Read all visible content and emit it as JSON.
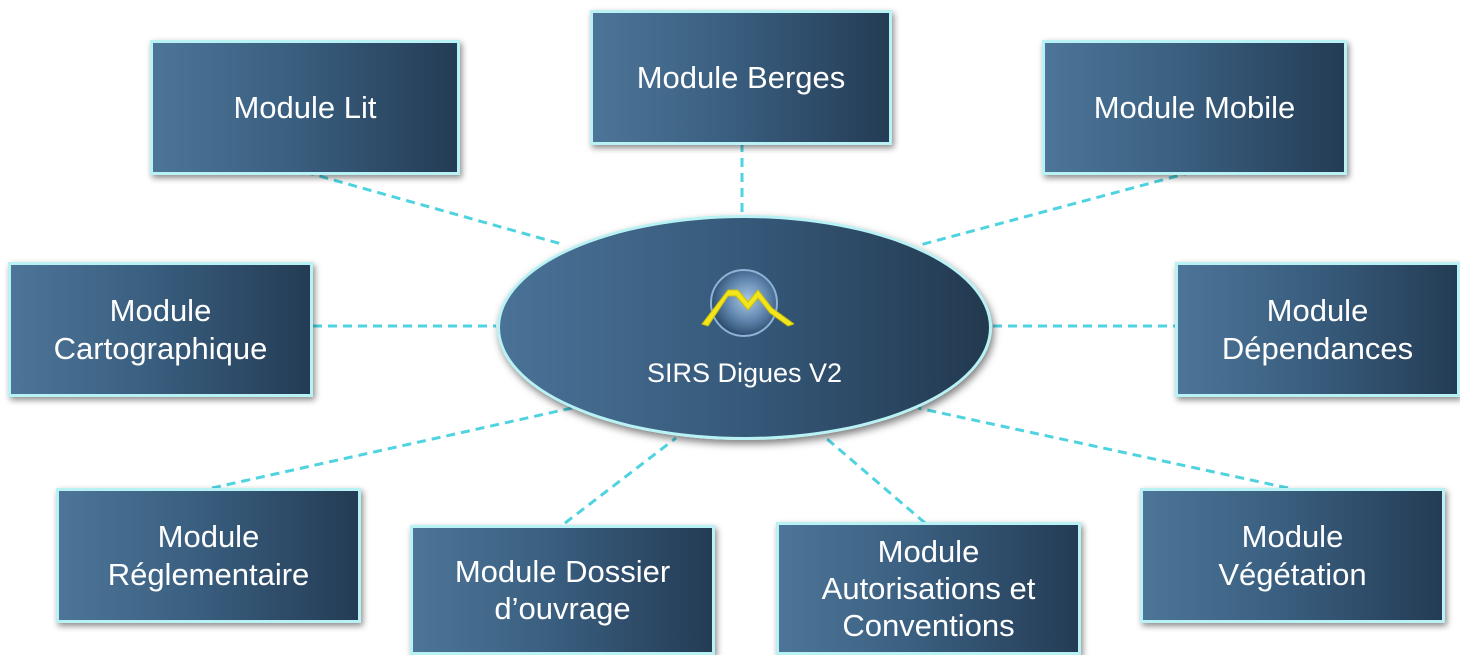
{
  "center": {
    "title": "SIRS Digues V2",
    "logo_icon": "sirs-digues-logo"
  },
  "modules": [
    {
      "id": "lit",
      "label": "Module Lit"
    },
    {
      "id": "berges",
      "label": "Module Berges"
    },
    {
      "id": "mobile",
      "label": "Module Mobile"
    },
    {
      "id": "cartographique",
      "label": "Module\nCartographique"
    },
    {
      "id": "dependances",
      "label": "Module\nDépendances"
    },
    {
      "id": "reglementaire",
      "label": "Module\nRéglementaire"
    },
    {
      "id": "dossier-ouvrage",
      "label": "Module Dossier\nd’ouvrage"
    },
    {
      "id": "autorisations-conventions",
      "label": "Module\nAutorisations et\nConventions"
    },
    {
      "id": "vegetation",
      "label": "Module\nVégétation"
    }
  ],
  "colors": {
    "box_gradient_start": "#4d7598",
    "box_gradient_end": "#243c55",
    "border": "#b8f2f4",
    "connector": "#4fd3e0",
    "text": "#ffffff",
    "logo_yellow": "#f2e61a"
  }
}
